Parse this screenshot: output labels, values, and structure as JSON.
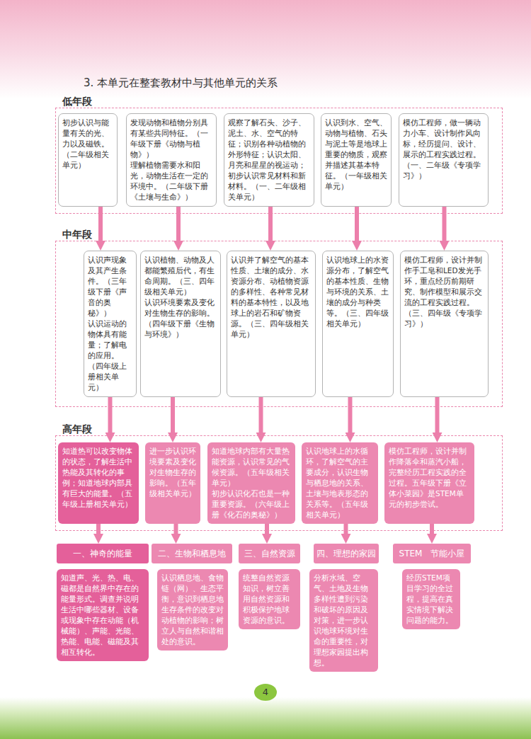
{
  "diagram": {
    "title": "3. 本单元在整套教材中与其他单元的关系",
    "nodes": [
      {
        "text": [
          "低年段"
        ]
      },
      {
        "text": [
          "初步认识与能量有关的光、力以及磁铁。（二年级相关单元）"
        ],
        "in": 0
      },
      {
        "text": [
          "发现动物和植物分别具有某些共同特征。（一年级下册《动物与植物》）",
          "理解植物需要水和阳光，动物生活在一定的环境中。（二年级下册《土壤与生命》）"
        ],
        "in": 0
      },
      {
        "text": [
          "观察了解石头、沙子、泥土、水、空气的特征；识别各种动植物的外形特征；认识太阳、月亮和星星的视运动；初步认识常见材料和新材料。（一、二年级相关单元）"
        ],
        "in": 0
      },
      {
        "text": [
          "认识到水、空气、动物与植物、石头与泥土等是地球上重要的物质，观察并描述其基本特征。（一年级相关单元）"
        ],
        "in": 0
      },
      {
        "text": [
          "模仿工程师，做一辆动力小车、设计制作风向标，经历提问、设计、展示的工程实践过程。（一、二年级《专项学习》）"
        ],
        "in": 0
      },
      {
        "text": [
          "中年段"
        ]
      },
      {
        "text": [
          "认识声现象及其产生条件。（三年级下册《声音的奥秘》）",
          "认识运动的物体具有能量；了解电的应用。（四年级上册相关单元）"
        ],
        "in": 6
      },
      {
        "text": [
          "认识植物、动物及人都能繁殖后代，有生命周期。（三、四年级相关单元）",
          "认识环境要素及变化对生物生存的影响。（四年级下册《生物与环境》）"
        ],
        "in": 6
      },
      {
        "text": [
          "认识并了解空气的基本性质、土壤的成分、水资源分布、动植物资源的多样性、各种常见材料的基本特性，以及地球上的岩石和矿物资源。（三、四年级相关单元）"
        ],
        "in": 6
      },
      {
        "text": [
          "认识地球上的水资源分布，了解空气的基本性质、生物与环境的关系、土壤的成分与种类等。（三、四年级相关单元）"
        ],
        "in": 6
      },
      {
        "text": [
          "模仿工程师，设计并制作手工皂和LED发光手环，重点经历前期研究、制作模型和展示交流的工程实践过程。（三、四年级《专项学习》）"
        ],
        "in": 6
      },
      {
        "text": [
          "高年段"
        ]
      },
      {
        "text": [
          "知道热可以改变物体的状态，了解生活中热能及其转化的事例；知道地球内部具有巨大的能量。（五年级上册相关单元）"
        ],
        "in": 12
      },
      {
        "text": [
          "进一步认识环境要素及变化对生物生存的影响。（五年级相关单元）"
        ],
        "in": 12
      },
      {
        "text": [
          "知道地球内部有大量热能资源，认识常见的气候资源。（五年级相关单元）",
          "初步认识化石也是一种重要资源。（六年级上册《化石的奥秘》）"
        ],
        "in": 12
      },
      {
        "text": [
          "认识地球上的水循环，了解空气的主要成分，认识生物与栖息地的关系、土壤与地表形态的关系等。（五年级相关单元）"
        ],
        "in": 12
      },
      {
        "text": [
          "模仿工程师，设计并制作降落伞和蒸汽小船，完整经历工程实践的全过程。五年级下册《立体小菜园》是STEM单元的初步尝试。"
        ],
        "in": 12
      },
      {
        "text": [
          "一、神奇的能量"
        ]
      },
      {
        "text": [
          "二、生物和栖息地"
        ]
      },
      {
        "text": [
          "三、自然资源"
        ]
      },
      {
        "text": [
          "四、理想的家园"
        ]
      },
      {
        "text": [
          "STEM　节能小屋"
        ]
      },
      {
        "text": [
          "知道声、光、热、电、磁都是自然界中存在的能量形式。调查并说明生活中哪些器材、设备或现象中存在动能（机械能）、声能、光能、热能、电能、磁能及其相互转化。"
        ]
      },
      {
        "text": [
          "认识栖息地、食物链（网）、生态平衡，意识到栖息地生存条件的改变对动植物的影响；树立人与自然和谐相处的意识。"
        ]
      },
      {
        "text": [
          "统整自然资源知识，树立善用自然资源和积极保护地球资源的意识。"
        ]
      },
      {
        "text": [
          "分析水域、空气、土地及生物多样性遭到污染和破坏的原因及对策，进一步认识地球环境对生命的重要性，对理想家园提出构想。"
        ]
      },
      {
        "text": [
          "经历STEM项目学习的全过程，提高在真实情境下解决问题的能力。"
        ]
      }
    ],
    "edges": [
      {
        "from": 1,
        "to": 7,
        "arrow": "to"
      },
      {
        "from": 2,
        "to": 8,
        "arrow": "to"
      },
      {
        "from": 3,
        "to": 9,
        "arrow": "to"
      },
      {
        "from": 4,
        "to": 10,
        "arrow": "to"
      },
      {
        "from": 5,
        "to": 11,
        "arrow": "to"
      },
      {
        "from": 7,
        "to": 13,
        "arrow": "to"
      },
      {
        "from": 8,
        "to": 14,
        "arrow": "to"
      },
      {
        "from": 9,
        "to": 15,
        "arrow": "to"
      },
      {
        "from": 10,
        "to": 16,
        "arrow": "to"
      },
      {
        "from": 11,
        "to": 17,
        "arrow": "to"
      },
      {
        "from": 13,
        "to": 18,
        "arrow": "to"
      },
      {
        "from": 14,
        "to": 19,
        "arrow": "to"
      },
      {
        "from": 15,
        "to": 20,
        "arrow": "to"
      },
      {
        "from": 16,
        "to": 21,
        "arrow": "to"
      },
      {
        "from": 17,
        "to": 22,
        "arrow": "to"
      }
    ],
    "labels": [
      "4"
    ]
  }
}
